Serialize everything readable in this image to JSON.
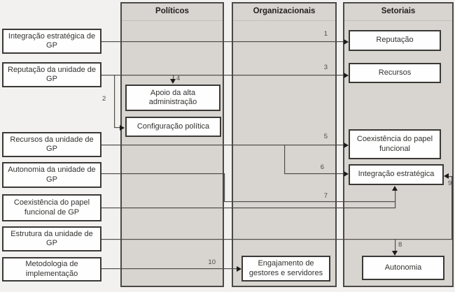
{
  "diagram": {
    "type": "flow-diagram",
    "colors": {
      "panel_fill": "#d8d4d0",
      "panel_border": "#4b4947",
      "box_border": "#3a3936",
      "line": "#504d4a",
      "background": "#f2f1ef"
    }
  },
  "panels": [
    {
      "title": "Políticos"
    },
    {
      "title": "Organizacionais"
    },
    {
      "title": "Setoriais"
    }
  ],
  "left_boxes": [
    {
      "label": "Integração estratégica de GP"
    },
    {
      "label": "Reputação da unidade de GP"
    },
    {
      "label": "Recursos da unidade de GP"
    },
    {
      "label": "Autonomia da unidade de GP"
    },
    {
      "label": "Coexistência do papel funcional de GP"
    },
    {
      "label": "Estrutura da unidade de GP"
    },
    {
      "label": "Metodologia de implementação"
    }
  ],
  "politicos_boxes": [
    {
      "label": "Apoio da alta administração"
    },
    {
      "label": "Configuração política"
    }
  ],
  "organizacionais_boxes": [
    {
      "label": "Engajamento de gestores e servidores"
    }
  ],
  "setoriais_boxes": [
    {
      "label": "Reputação"
    },
    {
      "label": "Recursos"
    },
    {
      "label": "Coexistência do papel funcional"
    },
    {
      "label": "Integração estratégica"
    },
    {
      "label": "Autonomia"
    }
  ],
  "connector_labels": {
    "n1": "1",
    "n2": "2",
    "n3": "3",
    "n4": "4",
    "n5": "5",
    "n6": "6",
    "n7": "7",
    "n8": "8",
    "n9": "9",
    "n10": "10"
  }
}
